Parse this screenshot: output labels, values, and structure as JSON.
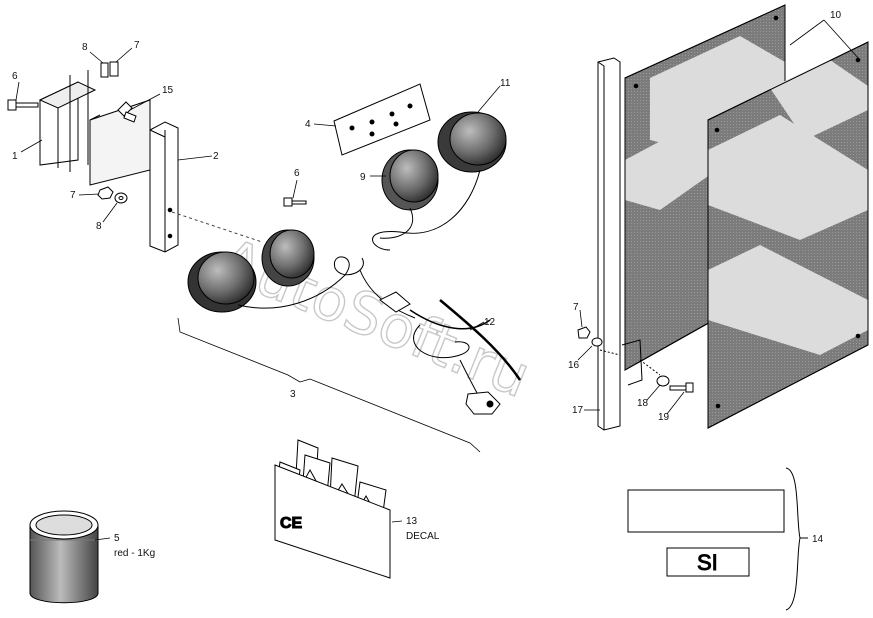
{
  "watermark": "AutoSoft.ru",
  "callouts": {
    "c1": "1",
    "c2": "2",
    "c3": "3",
    "c4": "4",
    "c5": "5",
    "c6a": "6",
    "c6b": "6",
    "c7a": "7",
    "c7b": "7",
    "c7c": "7",
    "c8a": "8",
    "c8b": "8",
    "c9": "9",
    "c10": "10",
    "c11": "11",
    "c12": "12",
    "c13": "13",
    "c14": "14",
    "c15": "15",
    "c16": "16",
    "c17": "17",
    "c18": "18",
    "c19": "19"
  },
  "notes": {
    "paint": "red - 1Kg",
    "decal": "DECAL",
    "ce_mark": "CE",
    "plate_text": "SI"
  }
}
